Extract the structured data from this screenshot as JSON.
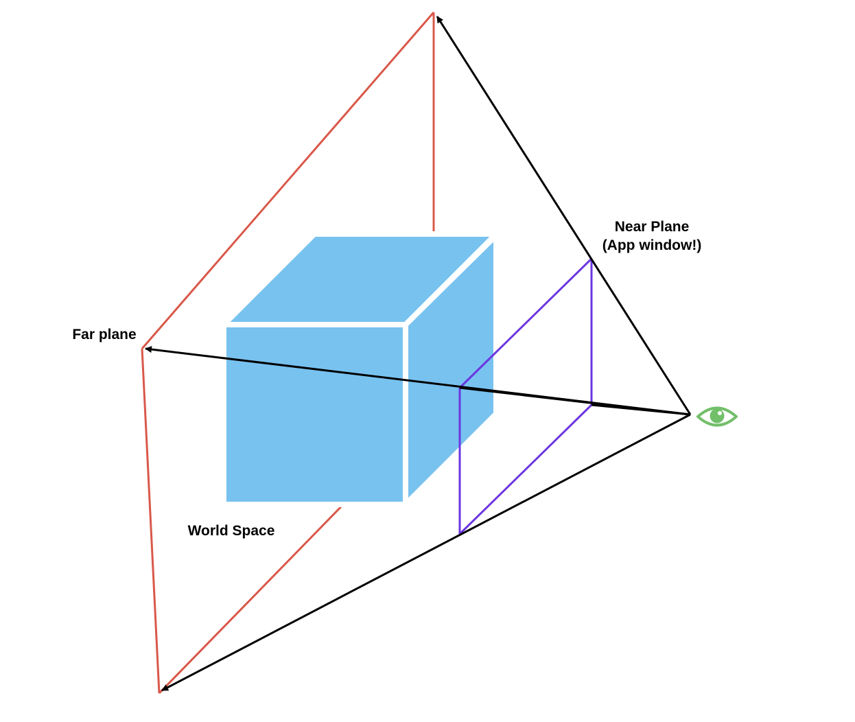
{
  "labels": {
    "far_plane": "Far plane",
    "near_plane_line1": "Near Plane",
    "near_plane_line2": "(App window!)",
    "world_space": "World Space"
  },
  "icons": {
    "eye": "eye-icon"
  },
  "colors": {
    "background": "#ffffff",
    "far_plane": "#d9584a",
    "near_plane": "#6b36e0",
    "frustum_edges": "#000000",
    "cube": "#78c2f0",
    "cube_outline": "#ffffff",
    "eye": "#72bf6a"
  }
}
